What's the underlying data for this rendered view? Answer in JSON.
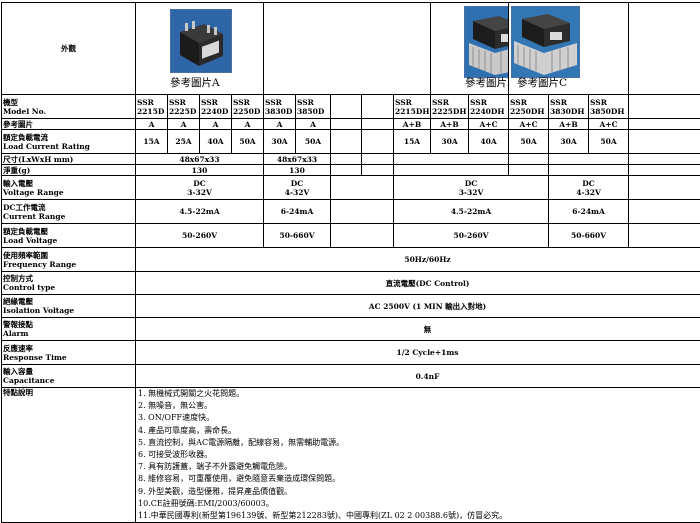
{
  "appearance": {
    "label": "外觀",
    "photo_captions": [
      "參考圖片A",
      "參考圖片B",
      "參考圖片C"
    ]
  },
  "rows": {
    "model": {
      "zh": "機型",
      "en": "Model No."
    },
    "ref_image": {
      "zh": "參考圖片"
    },
    "load_current": {
      "zh": "額定負載電流",
      "en": "Load Current Rating"
    },
    "size": {
      "zh": "尺寸(LxWxH  mm)"
    },
    "weight": {
      "zh": "淨重(g)"
    },
    "input_voltage": {
      "zh": "輸入電壓",
      "en": "Voltage Range"
    },
    "dc_current": {
      "zh": "DC工作電流",
      "en": "Current Range"
    },
    "load_voltage": {
      "zh": "額定負載電壓",
      "en": "Load Voltage"
    },
    "frequency": {
      "zh": "使用頻率範圍",
      "en": "Frequency Range",
      "value": "50Hz/60Hz"
    },
    "control": {
      "zh": "控制方式",
      "en": "Control type",
      "value": "直流電壓(DC Control)"
    },
    "isolation": {
      "zh": "絕緣電壓",
      "en": "Isolation Voltage",
      "value": "AC 2500V (1 MIN 輸出入對地)"
    },
    "alarm": {
      "zh": "警報接點",
      "en": "Alarm",
      "value": "無"
    },
    "response": {
      "zh": "反應速率",
      "en": "Response Time",
      "value": "1/2 Cycle+1ms"
    },
    "capacitance": {
      "zh": "輸入容量",
      "en": "Capacitance",
      "value": "0.4nF"
    }
  },
  "models": {
    "a": [
      [
        "SSR",
        "2215D"
      ],
      [
        "SSR",
        "2225D"
      ],
      [
        "SSR",
        "2240D"
      ],
      [
        "SSR",
        "2250D"
      ],
      [
        "SSR",
        "3830D"
      ],
      [
        "SSR",
        "3850D"
      ]
    ],
    "dh": [
      [
        "SSR",
        "2215DH"
      ],
      [
        "SSR",
        "2225DH"
      ],
      [
        "SSR",
        "2240DH"
      ],
      [
        "SSR",
        "2250DH"
      ],
      [
        "SSR",
        "3830DH"
      ],
      [
        "SSR",
        "3850DH"
      ]
    ]
  },
  "ref_images": {
    "a": [
      "A",
      "A",
      "A",
      "A",
      "A",
      "A"
    ],
    "dh": [
      "A+B",
      "A+B",
      "A+C",
      "A+C",
      "A+B",
      "A+C"
    ]
  },
  "load_currents": {
    "a": [
      "15A",
      "25A",
      "40A",
      "50A",
      "30A",
      "50A"
    ],
    "dh": [
      "15A",
      "30A",
      "40A",
      "50A",
      "30A",
      "50A"
    ]
  },
  "size": {
    "g1": "48x67x33",
    "g2": "48x67x33"
  },
  "weight": {
    "g1": "130",
    "g2": "130"
  },
  "voltage_groups": [
    {
      "type": "DC",
      "range": "3-32V"
    },
    {
      "type": "DC",
      "range": "4-32V"
    },
    {
      "type": "DC",
      "range": "3-32V"
    },
    {
      "type": "DC",
      "range": "4-32V"
    }
  ],
  "current_ranges": [
    "4.5-22mA",
    "6-24mA",
    "4.5-22mA",
    "6-24mA"
  ],
  "load_voltages": [
    "50-260V",
    "50-660V",
    "50-260V",
    "50-660V"
  ],
  "features": {
    "label": "特點說明",
    "items": [
      "1. 無機械式開關之火花問題。",
      "2. 無噪音，無公害。",
      "3. ON/OFF速度快。",
      "4. 產品可靠度高，壽命長。",
      "5. 直流控制，與AC電源隔離，配線容易，無需輔助電源。",
      "6. 可接受波形收器。",
      "7. 具有防護蓋，端子不外露避免觸電危險。",
      "8. 維修容易，可重覆使用，避免隨意丟棄造成環保問題。",
      "9. 外型美觀，造型優雅，提昇產品價值觀。",
      "10.CE註冊號碼:EMI/2003/60003。",
      "11.中華民國專利(新型第196139號、新型第212283號)、中國專利(ZL 02 2 00388.6號)，仿冒必究。"
    ]
  }
}
